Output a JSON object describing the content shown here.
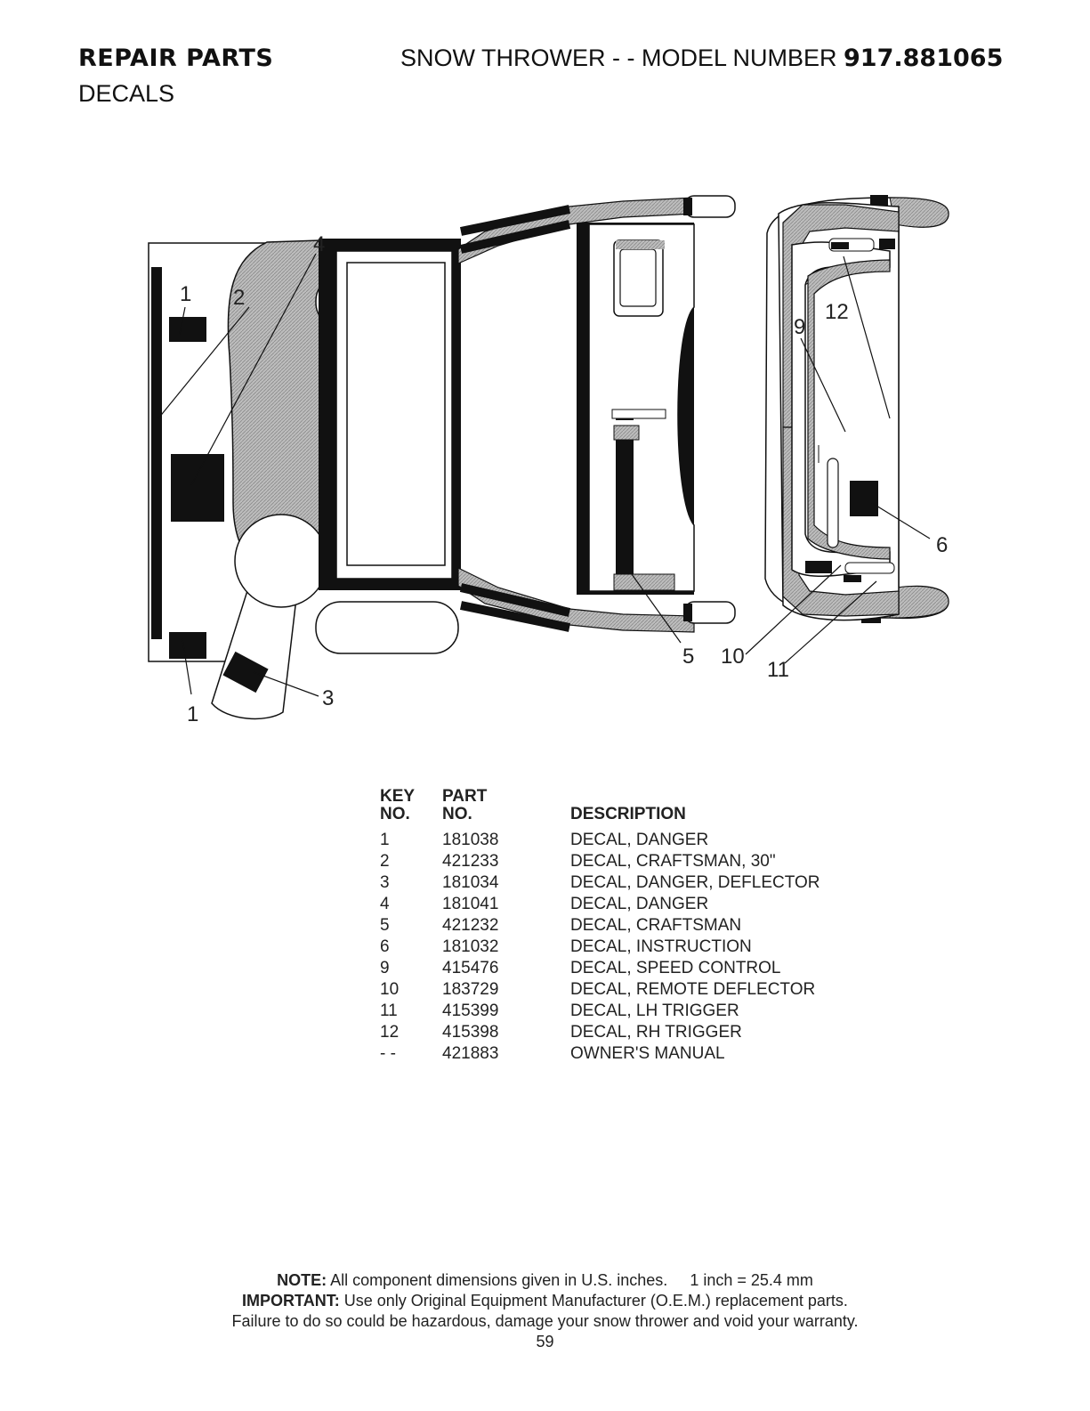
{
  "header": {
    "left_title": "REPAIR PARTS",
    "right_title_prefix": "SNOW THROWER - - MODEL NUMBER",
    "model_number": "917.881065",
    "subtitle": "DECALS"
  },
  "callouts": {
    "c1_top": "1",
    "c1_bottom": "1",
    "c2": "2",
    "c3": "3",
    "c4": "4",
    "c5": "5",
    "c6": "6",
    "c9": "9",
    "c10": "10",
    "c11": "11",
    "c12": "12"
  },
  "parts_table": {
    "headers": {
      "key_line1": "KEY",
      "key_line2": "NO.",
      "part_line1": "PART",
      "part_line2": "NO.",
      "description": "DESCRIPTION"
    },
    "rows": [
      {
        "key": "1",
        "part": "181038",
        "description": "DECAL, DANGER"
      },
      {
        "key": "2",
        "part": "421233",
        "description": "DECAL, CRAFTSMAN, 30\""
      },
      {
        "key": "3",
        "part": "181034",
        "description": "DECAL, DANGER, DEFLECTOR"
      },
      {
        "key": "4",
        "part": "181041",
        "description": "DECAL, DANGER"
      },
      {
        "key": "5",
        "part": "421232",
        "description": "DECAL, CRAFTSMAN"
      },
      {
        "key": "6",
        "part": "181032",
        "description": "DECAL, INSTRUCTION"
      },
      {
        "key": "9",
        "part": "415476",
        "description": "DECAL, SPEED CONTROL"
      },
      {
        "key": "10",
        "part": "183729",
        "description": "DECAL, REMOTE DEFLECTOR"
      },
      {
        "key": "11",
        "part": "415399",
        "description": "DECAL, LH TRIGGER"
      },
      {
        "key": "12",
        "part": "415398",
        "description": "DECAL, RH TRIGGER"
      },
      {
        "key": "- -",
        "part": "421883",
        "description": "OWNER'S MANUAL"
      }
    ]
  },
  "footer": {
    "note_label": "NOTE:",
    "note_text": " All component dimensions given in U.S. inches.     1 inch = 25.4 mm",
    "important_label": "IMPORTANT:",
    "important_text": " Use only Original Equipment Manufacturer (O.E.M.) replacement parts.",
    "warning_text": "Failure to do so could be hazardous, damage your snow thrower and void your warranty.",
    "page_number": "59"
  }
}
